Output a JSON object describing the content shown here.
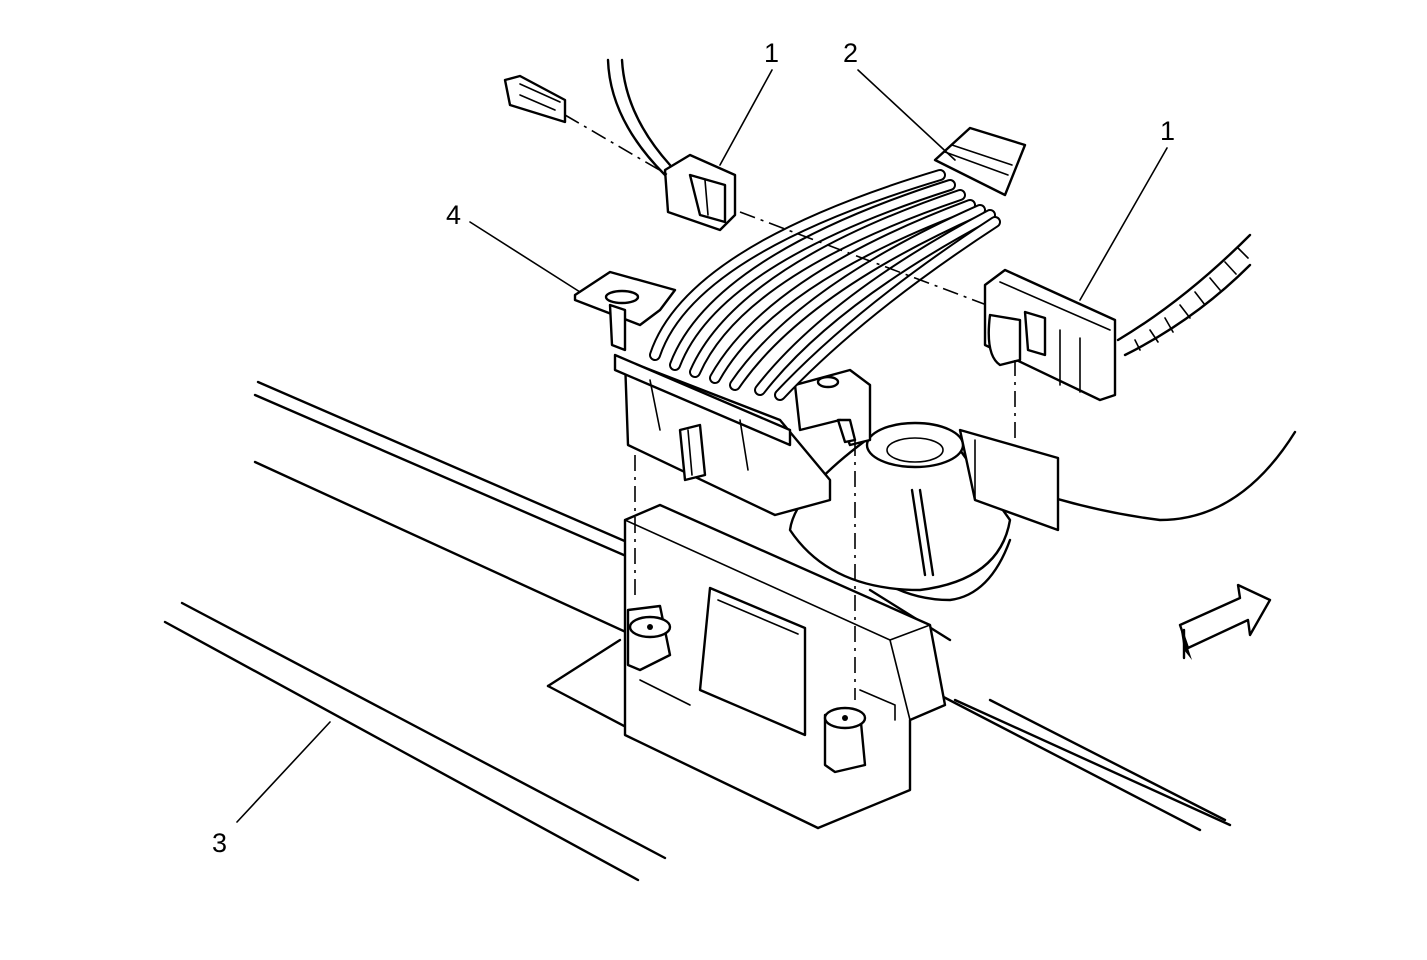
{
  "callouts": [
    {
      "id": "connector-left",
      "text": "1"
    },
    {
      "id": "harness",
      "text": "2"
    },
    {
      "id": "panel",
      "text": "3"
    },
    {
      "id": "bracket",
      "text": "4"
    },
    {
      "id": "connector-right",
      "text": "1"
    }
  ],
  "icons": {
    "direction_arrow": "forward-arrow-icon"
  }
}
